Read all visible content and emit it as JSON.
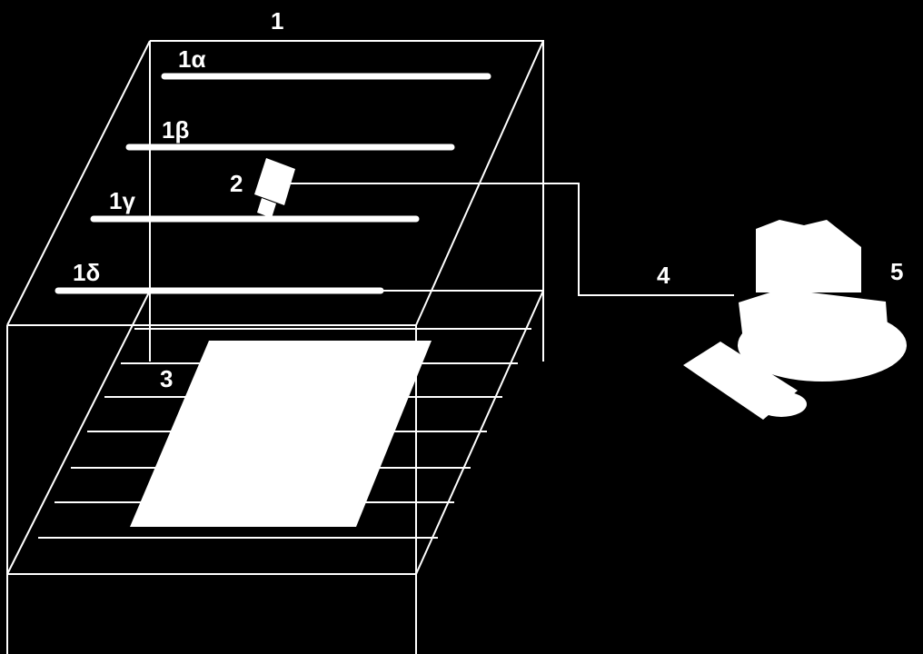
{
  "colors": {
    "background": "#000000",
    "foreground": "#ffffff"
  },
  "labels": {
    "enclosure": "1",
    "light_a": "1α",
    "light_b": "1β",
    "light_c": "1γ",
    "light_d": "1δ",
    "camera": "2",
    "sample": "3",
    "cable": "4",
    "computer": "5"
  }
}
